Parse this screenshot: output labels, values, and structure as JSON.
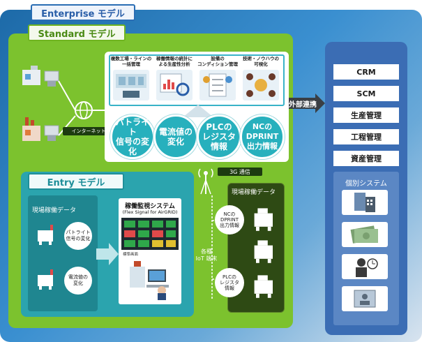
{
  "enterprise": {
    "label": "Enterprise モデル"
  },
  "standard": {
    "label": "Standard モデル"
  },
  "entry": {
    "label": "Entry モデル"
  },
  "features": [
    {
      "title": "複数工場・ラインの\n一括管理"
    },
    {
      "title": "稼働情報の統計に\nよる生産性分析"
    },
    {
      "title": "設備の\nコンディション管理"
    },
    {
      "title": "技術・ノウハウの\n可視化"
    }
  ],
  "circles": [
    {
      "text": "パトライト\n信号の変化"
    },
    {
      "text": "電流値の\n変化"
    },
    {
      "text": "PLCの\nレジスタ\n情報"
    },
    {
      "text": "NCの\nDPRINT\n出力情報"
    }
  ],
  "internet": {
    "label": "インターネット"
  },
  "external": {
    "label": "外部連携"
  },
  "network": {
    "label": "3G 通信"
  },
  "entry_section": {
    "field_title": "現場稼働データ",
    "patlite": "パトライト\n信号の変化",
    "current": "電流値の\n変化",
    "monitor_title": "稼働監視システム",
    "monitor_sub": "(Flex Signal for AirGRID)",
    "monitor_caption": "標準画面"
  },
  "dark_section": {
    "field_title": "現場稼働データ",
    "nc": "NCの\nDPRINT\n出力情報",
    "plc": "PLCの\nレジスタ\n情報",
    "iot": "各種\nIoT 端末"
  },
  "side": {
    "items": [
      "CRM",
      "SCM",
      "生産管理",
      "工程管理",
      "資産管理"
    ],
    "indiv_title": "個別システム"
  },
  "colors": {
    "standard_green": "#7cc22e",
    "entry_teal": "#2ba4ae",
    "side_blue": "#3b6db4"
  }
}
